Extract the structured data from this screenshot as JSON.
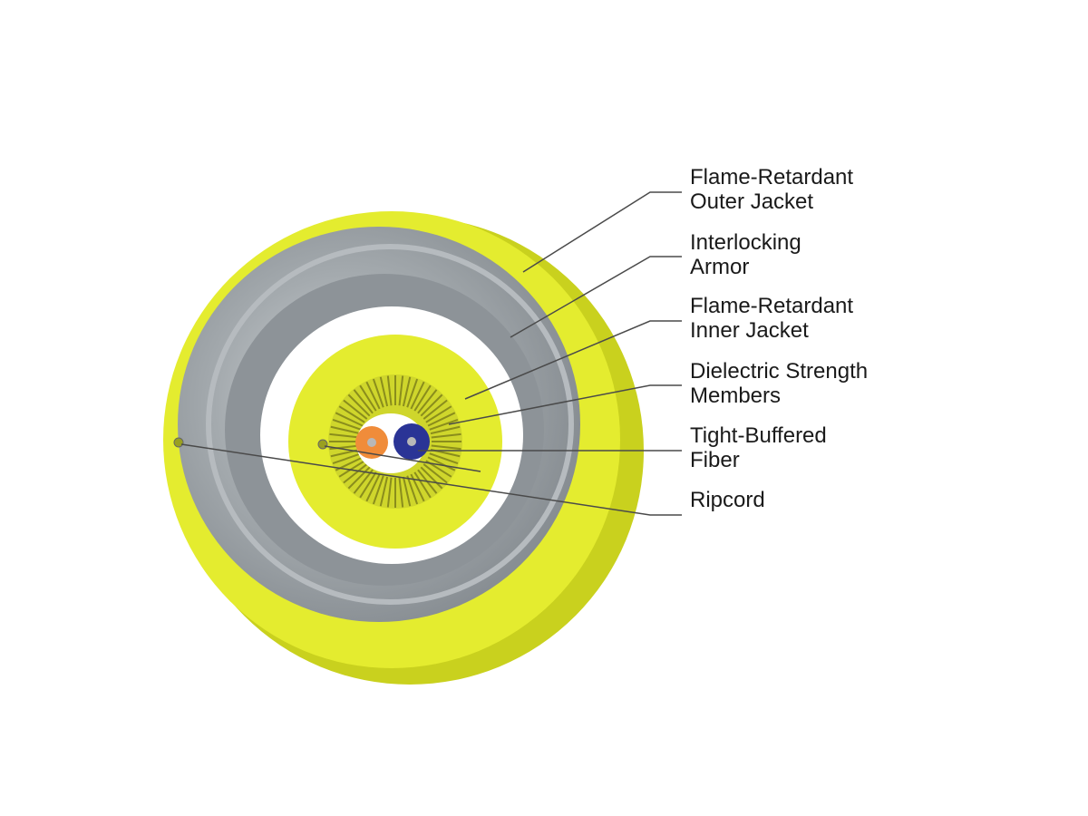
{
  "colors": {
    "jacket_yellow": "#e4ec2f",
    "jacket_yellow_shadow": "#c9d11e",
    "armor_gray": "#9aa0a5",
    "armor_light": "#c4c8cc",
    "armor_dark": "#7f858a",
    "inner_gap_white": "#ffffff",
    "strength_member_olive": "#8a8d1c",
    "fiber_orange": "#f08c3a",
    "fiber_blue": "#2a3496",
    "fiber_core": "#b8b8b8",
    "leader_line": "#4a4a4a"
  },
  "labels": {
    "outer_jacket": {
      "line1": "Flame-Retardant",
      "line2": "Outer Jacket"
    },
    "armor": {
      "line1": "Interlocking",
      "line2": "Armor"
    },
    "inner_jacket": {
      "line1": "Flame-Retardant",
      "line2": "Inner Jacket"
    },
    "strength_members": {
      "line1": "Dielectric Strength",
      "line2": "Members"
    },
    "fiber": {
      "line1": "Tight-Buffered",
      "line2": "Fiber"
    },
    "ripcord": {
      "line1": "Ripcord"
    }
  }
}
